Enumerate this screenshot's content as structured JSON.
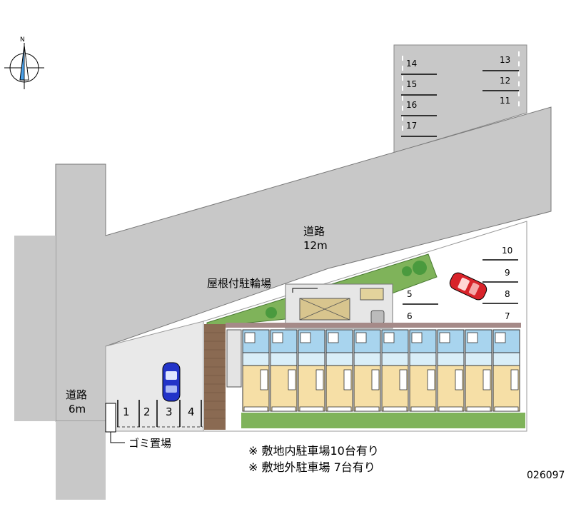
{
  "compass": {
    "north_label": "N"
  },
  "roads": {
    "main": {
      "name": "道路",
      "width": "12m"
    },
    "side": {
      "name": "道路",
      "width": "6m"
    }
  },
  "labels": {
    "bike_parking": "屋根付駐輪場",
    "garbage": "ゴミ置場"
  },
  "parking_off_site": {
    "left": [
      "14",
      "15",
      "16",
      "17"
    ],
    "right": [
      "13",
      "12",
      "11"
    ]
  },
  "parking_on_site": {
    "left": [
      "5",
      "6"
    ],
    "right": [
      "10",
      "9",
      "8",
      "7"
    ]
  },
  "parking_bottom": [
    "1",
    "2",
    "3",
    "4"
  ],
  "notes": [
    "※ 敷地内駐車場10台有り",
    "※ 敷地外駐車場 7台有り"
  ],
  "property_code": "026097",
  "colors": {
    "road": "#c8c8c8",
    "green": "#4a9a3e",
    "garden": "#7fb35a",
    "brick": "#8a6a52",
    "building_room": "#f6dfa6",
    "building_blue": "#a8d4ee",
    "car_red": "#d8232a",
    "car_blue": "#2233c8",
    "fence": "#a58a88"
  }
}
